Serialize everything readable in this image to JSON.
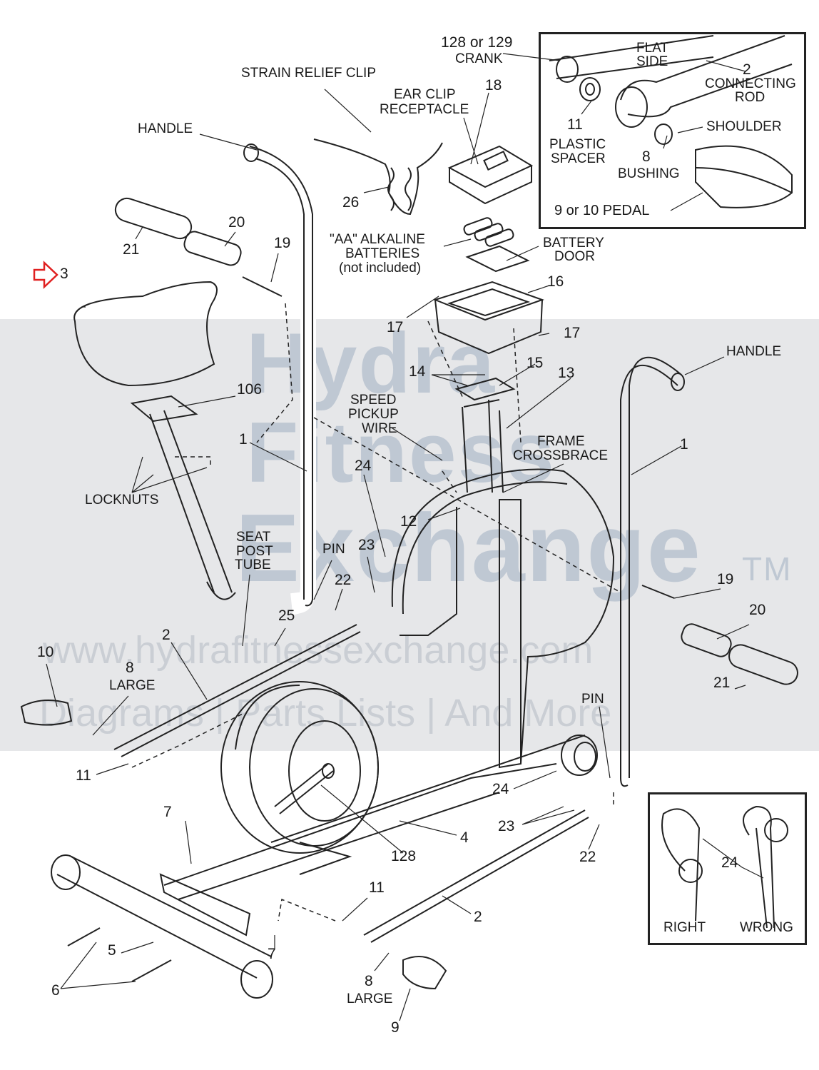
{
  "watermark": {
    "brand_line1": "Hydra",
    "brand_line2": "Fitness",
    "brand_line3": "Exchange",
    "trademark": "TM",
    "url": "www.hydrafitnessexchange.com",
    "tagline": "Diagrams | Parts Lists | And More"
  },
  "highlight_marker": {
    "target": "3",
    "color": "#e02020"
  },
  "labels": {
    "crank_top": "128 or 129",
    "crank_bottom": "CRANK",
    "flat": "FLAT",
    "side": "SIDE",
    "connecting_num": "2",
    "connecting": "CONNECTING",
    "rod": "ROD",
    "strain_relief": "STRAIN RELIEF CLIP",
    "ear_clip": "EAR CLIP",
    "receptacle": "RECEPTACLE",
    "n18": "18",
    "handle_left": "HANDLE",
    "n11_inset": "11",
    "plastic": "PLASTIC",
    "spacer": "SPACER",
    "shoulder": "SHOULDER",
    "n8_inset": "8",
    "bushing": "BUSHING",
    "pedal_inset": "9 or 10  PEDAL",
    "n26": "26",
    "n20_left": "20",
    "n21_left": "21",
    "n19_left": "19",
    "aa": "\"AA\" ALKALINE",
    "batteries": "BATTERIES",
    "not_included": "(not included)",
    "battery": "BATTERY",
    "door": "DOOR",
    "n3": "3",
    "n16": "16",
    "n17_left": "17",
    "n17_right": "17",
    "handle_right": "HANDLE",
    "n15": "15",
    "n14": "14",
    "n13": "13",
    "n106": "106",
    "speed": "SPEED",
    "pickup": "PICKUP",
    "wire": "WIRE",
    "frame": "FRAME",
    "crossbrace": "CROSSBRACE",
    "n1_left": "1",
    "n1_right": "1",
    "n24_mid": "24",
    "locknuts": "LOCKNUTS",
    "n12": "12",
    "seat": "SEAT",
    "post": "POST",
    "tube": "TUBE",
    "pin_mid": "PIN",
    "n23_mid": "23",
    "n22_mid": "22",
    "n19_right": "19",
    "n20_right": "20",
    "n25": "25",
    "n2_left": "2",
    "n10": "10",
    "n8_left": "8",
    "large_left": "LARGE",
    "n21_right": "21",
    "pin_right": "PIN",
    "n11_left": "11",
    "n24_right": "24",
    "n7_top": "7",
    "n23_right": "23",
    "n4": "4",
    "n128": "128",
    "n22_right": "22",
    "n24_inset": "24",
    "n11_bottom": "11",
    "n2_bottom": "2",
    "n5": "5",
    "n7_bottom": "7",
    "n6": "6",
    "n8_bottom": "8",
    "large_bottom": "LARGE",
    "n9": "9",
    "right": "RIGHT",
    "wrong": "WRONG"
  }
}
